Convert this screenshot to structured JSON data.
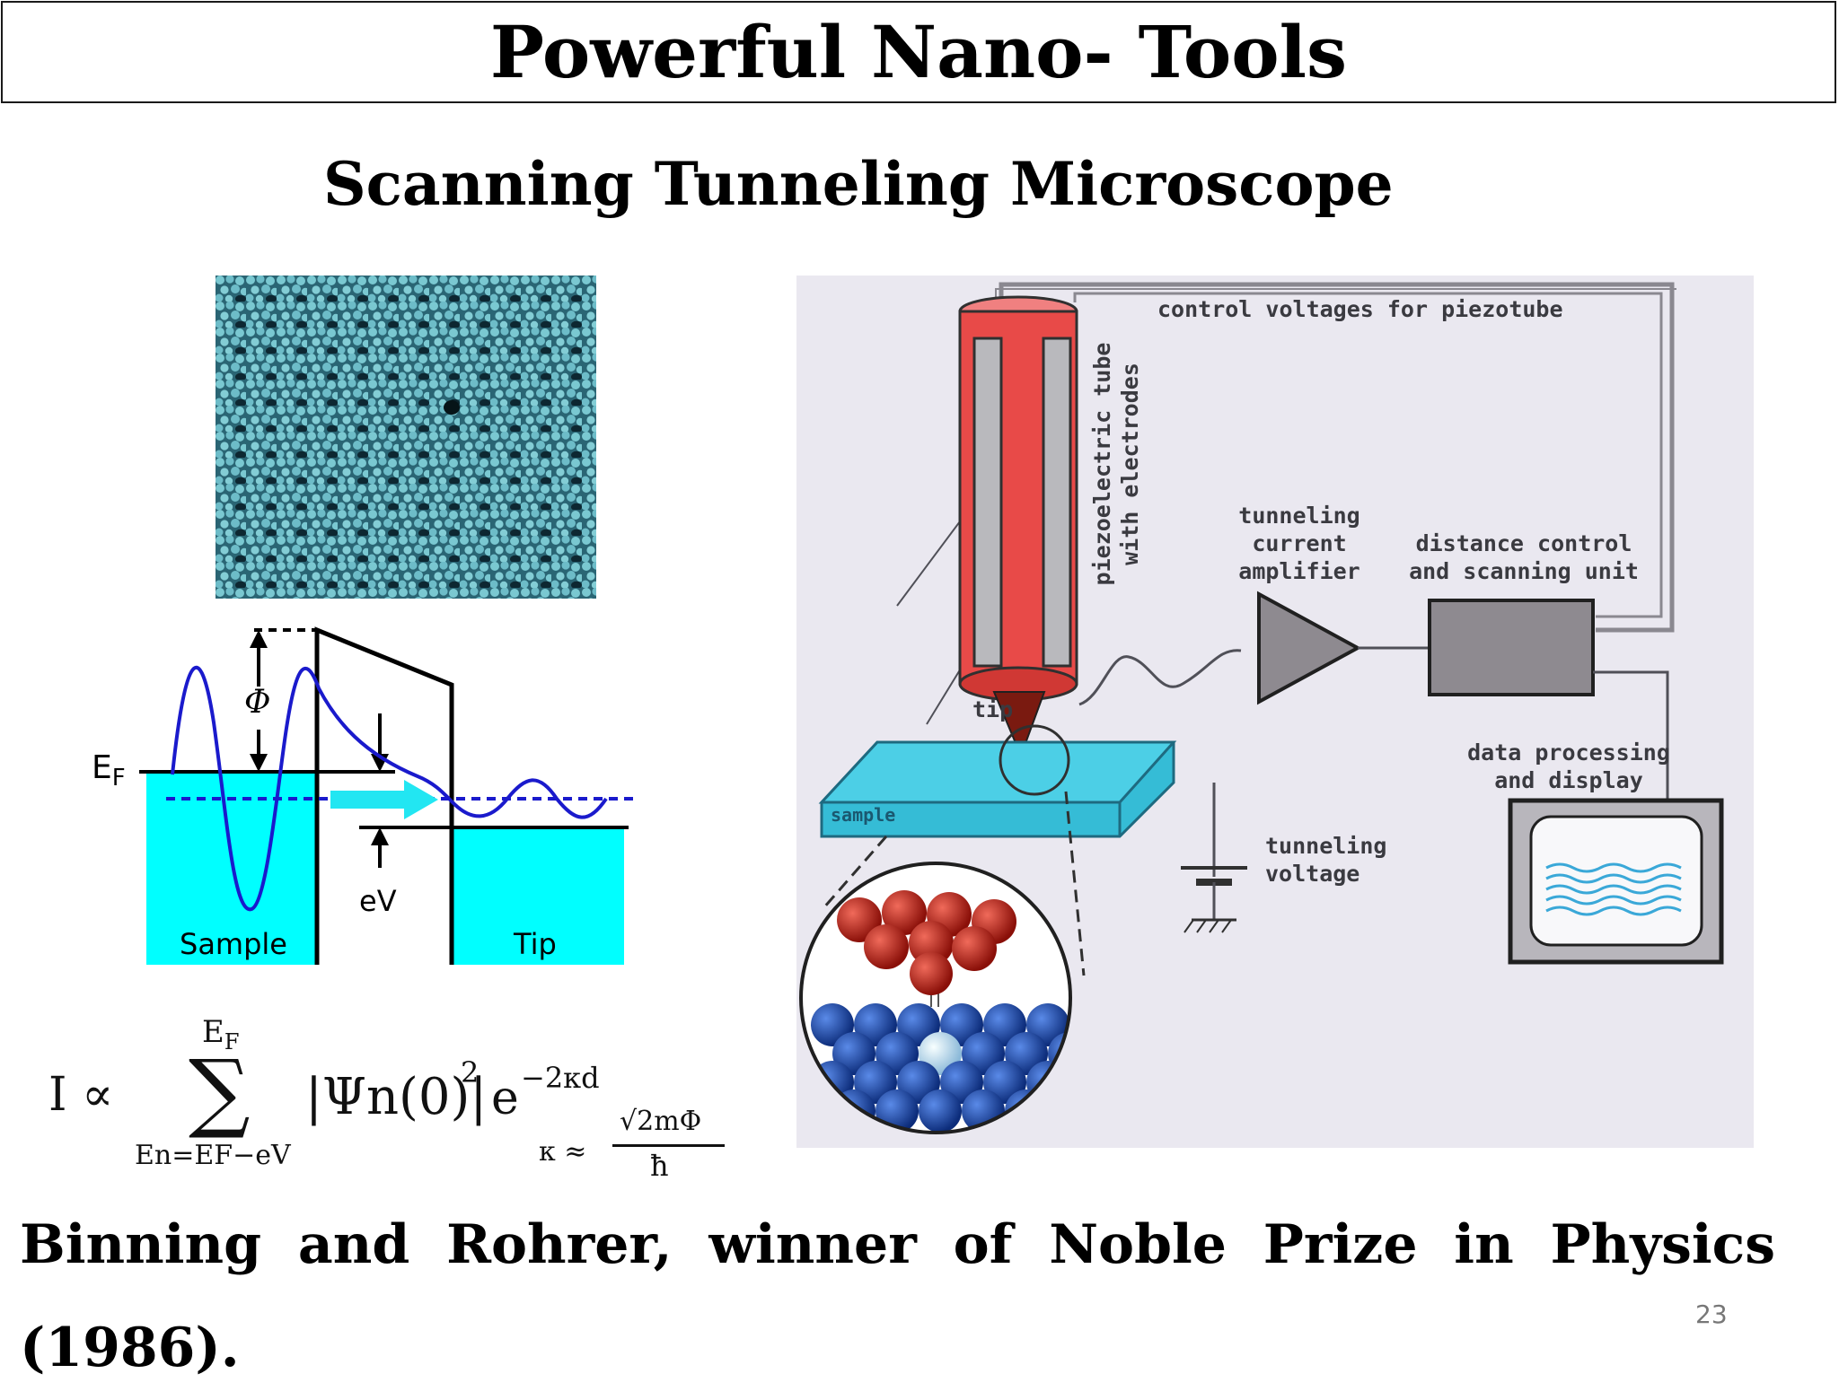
{
  "slide": {
    "title": "Powerful Nano- Tools",
    "subtitle": "Scanning Tunneling Microscope",
    "footer_text": "Binning and Rohrer, winner of Noble Prize in Physics (1986).",
    "page_number": "23"
  },
  "band_diagram": {
    "phi": "Φ",
    "fermi_base": "E",
    "fermi_sub": "F",
    "ev": "eV",
    "sample": "Sample",
    "tip": "Tip"
  },
  "formula": {
    "lhs": "I ∝",
    "sum": "∑",
    "upper_base": "E",
    "upper_sub": "F",
    "lower": "En=EF−eV",
    "term": "|Ψn(0)|",
    "square": "2",
    "exp_base": "e",
    "exp_power": "−2κd",
    "kappa": "κ ≈",
    "kappa_num": "√2mΦ",
    "kappa_den": "ħ"
  },
  "schematic": {
    "control_voltages": "control voltages for piezotube",
    "piezo_line1": "piezoelectric tube",
    "piezo_line2": "with electrodes",
    "amp_line1": "tunneling",
    "amp_line2": "current",
    "amp_line3": "amplifier",
    "dist_line1": "distance control",
    "dist_line2": "and scanning unit",
    "tip": "tip",
    "sample": "sample",
    "data_line1": "data processing",
    "data_line2": "and display",
    "volt_line1": "tunneling",
    "volt_line2": "voltage"
  },
  "colors": {
    "surface_base": "#2e6a78",
    "surface_atom": "#8fe2ea",
    "band_fill": "#00ffff",
    "wave": "#1a1acc",
    "piezo_red": "#e84a48",
    "sample_cyan": "#35bcd6",
    "schematic_bg": "#eae8f0",
    "box_gray": "#8e8a90",
    "atom_red": "#c21a12",
    "atom_blue": "#1a50b8"
  }
}
